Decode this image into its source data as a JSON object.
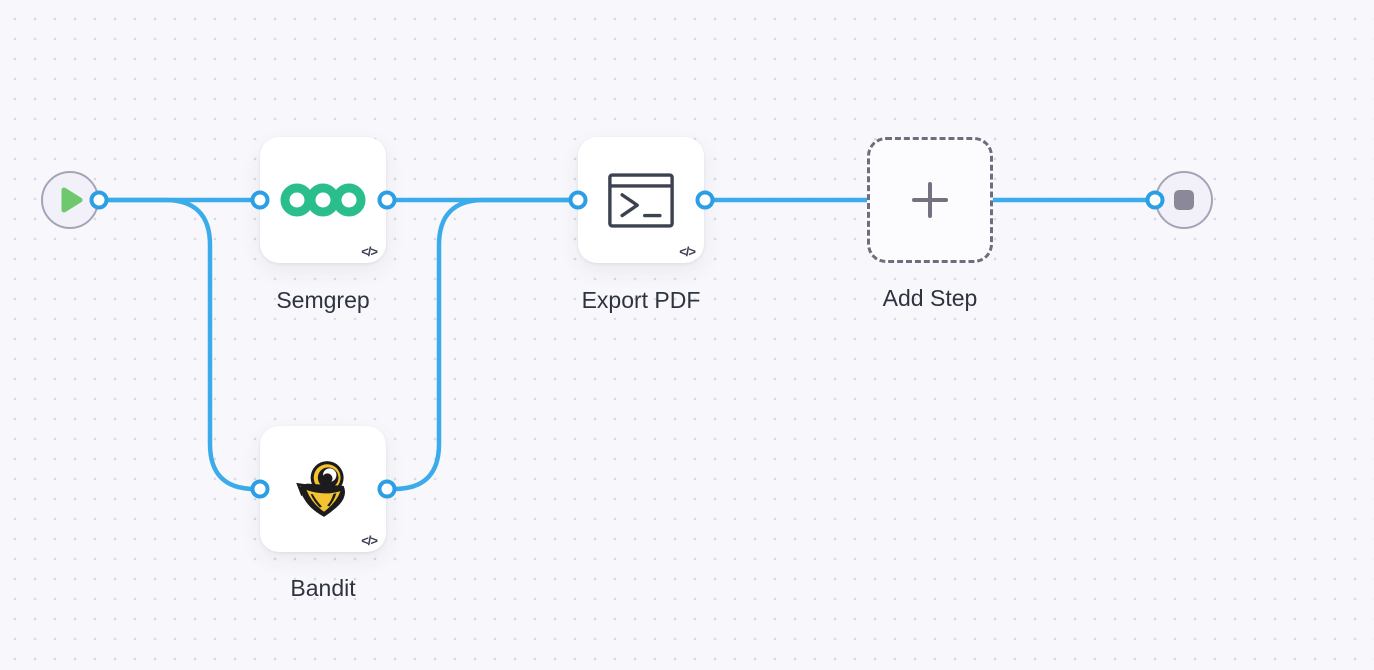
{
  "canvas": {
    "background_color": "#f8f8fc",
    "dot_color": "#d9d9e3",
    "edge_color": "#3bace9",
    "port_color": "#2c9fe4"
  },
  "nodes": {
    "start": {
      "icon": "play-icon",
      "accent_color": "#6ec86e"
    },
    "semgrep": {
      "label": "Semgrep",
      "badge": "</>",
      "icon": "semgrep-rings-icon",
      "accent_color": "#2abe8c"
    },
    "bandit": {
      "label": "Bandit",
      "badge": "</>",
      "icon": "bandit-mascot-icon",
      "accent_color": "#f3c42f"
    },
    "export_pdf": {
      "label": "Export PDF",
      "badge": "</>",
      "icon": "terminal-icon",
      "accent_color": "#3c4250"
    },
    "add_step": {
      "label": "Add Step",
      "icon": "plus-icon",
      "accent_color": "#73727f"
    },
    "end": {
      "icon": "stop-icon",
      "accent_color": "#8a8899"
    }
  }
}
